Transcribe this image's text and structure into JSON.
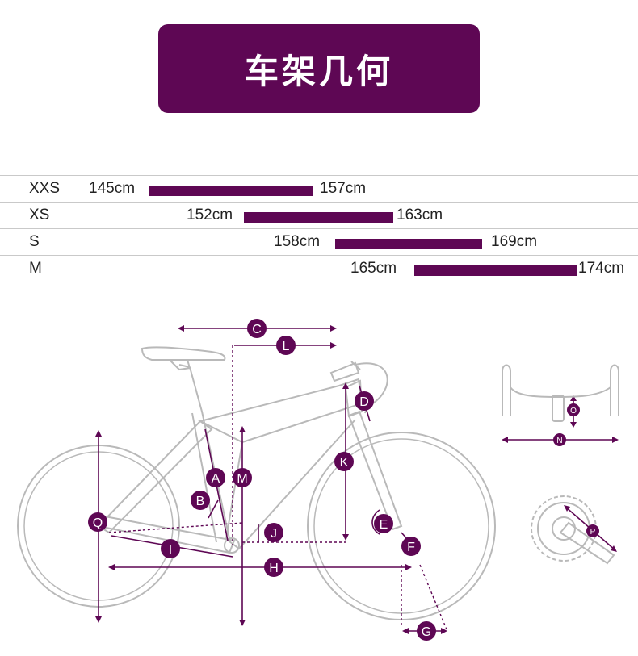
{
  "title": "车架几何",
  "sizes": [
    {
      "label": "XXS",
      "min": "145cm",
      "max": "157cm"
    },
    {
      "label": "XS",
      "min": "152cm",
      "max": "163cm"
    },
    {
      "label": "S",
      "min": "158cm",
      "max": "169cm"
    },
    {
      "label": "M",
      "min": "165cm",
      "max": "174cm"
    }
  ],
  "markers": [
    "C",
    "L",
    "D",
    "K",
    "A",
    "M",
    "B",
    "Q",
    "J",
    "E",
    "F",
    "I",
    "H",
    "G",
    "O",
    "N",
    "P"
  ],
  "colors": {
    "accent": "#5e0754",
    "outline": "#b9b9b9",
    "table_line": "#c9c9c9"
  }
}
